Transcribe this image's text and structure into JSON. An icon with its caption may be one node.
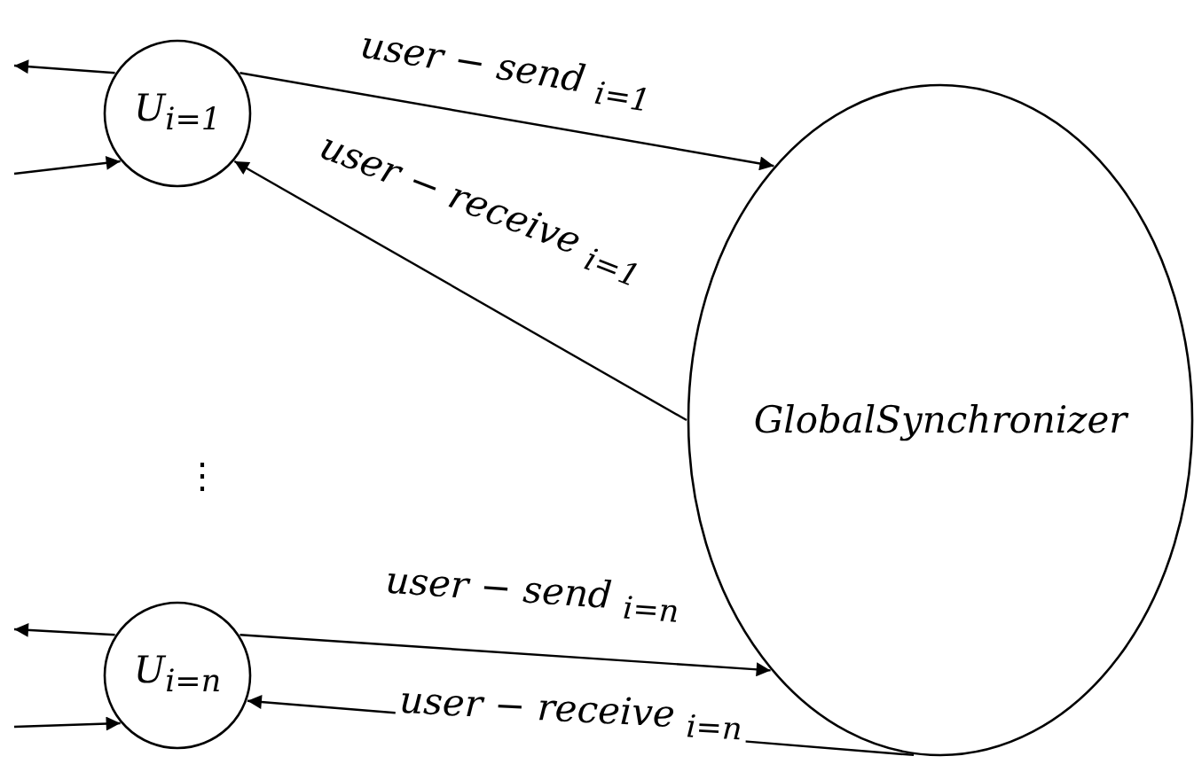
{
  "diagram": {
    "nodes": [
      {
        "text": [
          "U$_{i=1}$"
        ]
      },
      {
        "text": [
          "U$_{i=n}$"
        ]
      },
      {
        "text": [
          "GlobalSynchronizer"
        ]
      }
    ],
    "edges": [
      {
        "from": 0,
        "to": 2,
        "arrow": "to",
        "label": "user − send $_{i=1}$"
      },
      {
        "from": 2,
        "to": 0,
        "arrow": "to",
        "label": "user − receive $_{i=1}$"
      },
      {
        "from": 1,
        "to": 2,
        "arrow": "to",
        "label": "user − send $_{i=n}$"
      },
      {
        "from": 2,
        "to": 1,
        "arrow": "to",
        "label": "user − receive $_{i=n}$"
      },
      {
        "from": 0,
        "to": null,
        "arrow": "to"
      },
      {
        "from": null,
        "to": 0,
        "arrow": "to"
      },
      {
        "from": 1,
        "to": null,
        "arrow": "to"
      },
      {
        "from": null,
        "to": 1,
        "arrow": "to"
      }
    ],
    "labels": [
      "⋮"
    ]
  }
}
